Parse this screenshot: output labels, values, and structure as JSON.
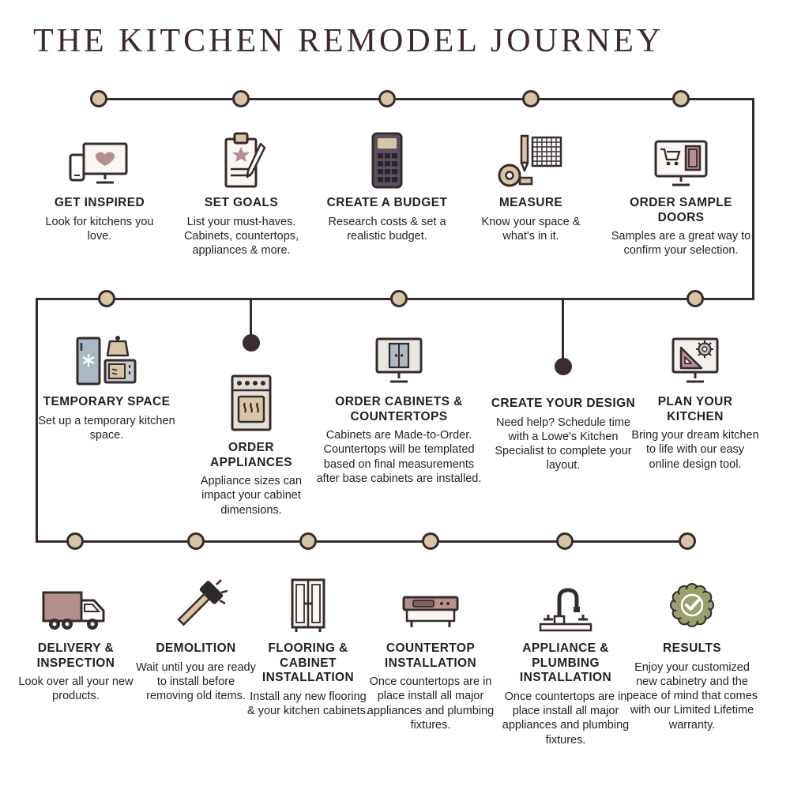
{
  "title": "THE KITCHEN REMODEL JOURNEY",
  "colors": {
    "line": "#362b2c",
    "node_fill": "#d7c5a5",
    "node_dark": "#3f2d2b",
    "accent_rose": "#b58e8e",
    "accent_tan": "#d7c5a5",
    "accent_bluegray": "#a9b8c4",
    "accent_olive": "#9aa06d",
    "title_color": "#3c2b28",
    "text": "#241f20"
  },
  "rows": [
    {
      "steps": [
        {
          "title": "GET INSPIRED",
          "desc": "Look for kitchens you love.",
          "icon": "monitor-heart-icon"
        },
        {
          "title": "SET GOALS",
          "desc": "List your must-haves. Cabinets, countertops, appliances & more.",
          "icon": "clipboard-star-icon"
        },
        {
          "title": "CREATE A BUDGET",
          "desc": "Research costs & set a realistic budget.",
          "icon": "calculator-icon"
        },
        {
          "title": "MEASURE",
          "desc": "Know your space & what's in it.",
          "icon": "tape-measure-icon"
        },
        {
          "title": "ORDER SAMPLE DOORS",
          "desc": "Samples are a great way to confirm your selection.",
          "icon": "monitor-cart-door-icon"
        }
      ]
    },
    {
      "steps": [
        {
          "title": "TEMPORARY SPACE",
          "desc": "Set up a temporary kitchen space.",
          "icon": "fridge-microwave-icon"
        },
        {
          "title": "ORDER APPLIANCES",
          "desc": "Appliance sizes can impact your cabinet dimensions.",
          "icon": "oven-range-icon"
        },
        {
          "title": "ORDER CABINETS & COUNTERTOPS",
          "desc": "Cabinets are Made-to-Order. Countertops will be templated based on final measurements after base cabinets are installed.",
          "icon": "monitor-cabinet-icon"
        },
        {
          "title": "CREATE YOUR DESIGN",
          "desc": "Need help? Schedule time with a Lowe's Kitchen Specialist to complete your layout.",
          "icon": ""
        },
        {
          "title": "PLAN YOUR KITCHEN",
          "desc": "Bring your dream kitchen to life with our easy online design tool.",
          "icon": "monitor-ruler-gear-icon"
        }
      ]
    },
    {
      "steps": [
        {
          "title": "DELIVERY & INSPECTION",
          "desc": "Look over all your new products.",
          "icon": "delivery-truck-icon"
        },
        {
          "title": "DEMOLITION",
          "desc": "Wait until you are ready to install before removing old items.",
          "icon": "sledgehammer-icon"
        },
        {
          "title": "FLOORING & CABINET INSTALLATION",
          "desc": "Install any new flooring & your kitchen cabinets.",
          "icon": "cabinet-icon"
        },
        {
          "title": "COUNTERTOP INSTALLATION",
          "desc": "Once countertops are in place install all major appliances and plumbing fixtures.",
          "icon": "countertop-sink-icon"
        },
        {
          "title": "APPLIANCE & PLUMBING INSTALLATION",
          "desc": "Once countertops are in place install all major appliances and plumbing fixtures.",
          "icon": "faucet-icon"
        },
        {
          "title": "RESULTS",
          "desc": "Enjoy your customized new cabinetry and the peace of mind that comes with our Limited Lifetime warranty.",
          "icon": "warranty-badge-icon"
        }
      ]
    }
  ]
}
